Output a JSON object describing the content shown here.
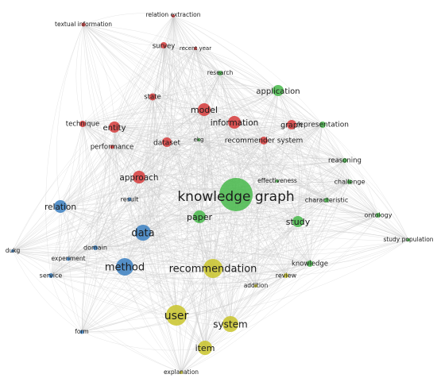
{
  "clusters": {
    "red": {
      "color": "#d63a3a"
    },
    "green": {
      "color": "#46b84a"
    },
    "blue": {
      "color": "#3a7fc1"
    },
    "yellow": {
      "color": "#c9c42a"
    }
  },
  "nodes": [
    {
      "label": "relation extraction",
      "cluster": "red"
    },
    {
      "label": "textual information",
      "cluster": "red"
    },
    {
      "label": "survey",
      "cluster": "red"
    },
    {
      "label": "recent year",
      "cluster": "red"
    },
    {
      "label": "research",
      "cluster": "green"
    },
    {
      "label": "application",
      "cluster": "green"
    },
    {
      "label": "state",
      "cluster": "red"
    },
    {
      "label": "model",
      "cluster": "red"
    },
    {
      "label": "technique",
      "cluster": "red"
    },
    {
      "label": "entity",
      "cluster": "red"
    },
    {
      "label": "information",
      "cluster": "red"
    },
    {
      "label": "graph",
      "cluster": "red"
    },
    {
      "label": "representation",
      "cluster": "green"
    },
    {
      "label": "performance",
      "cluster": "red"
    },
    {
      "label": "dataset",
      "cluster": "red"
    },
    {
      "label": "ekg",
      "cluster": "green"
    },
    {
      "label": "recommender system",
      "cluster": "red"
    },
    {
      "label": "reasoning",
      "cluster": "green"
    },
    {
      "label": "approach",
      "cluster": "red"
    },
    {
      "label": "effectiveness",
      "cluster": "green"
    },
    {
      "label": "challenge",
      "cluster": "green"
    },
    {
      "label": "knowledge graph",
      "cluster": "green"
    },
    {
      "label": "result",
      "cluster": "blue"
    },
    {
      "label": "characteristic",
      "cluster": "green"
    },
    {
      "label": "relation",
      "cluster": "blue"
    },
    {
      "label": "paper",
      "cluster": "green"
    },
    {
      "label": "ontology",
      "cluster": "green"
    },
    {
      "label": "study",
      "cluster": "green"
    },
    {
      "label": "data",
      "cluster": "blue"
    },
    {
      "label": "study population",
      "cluster": "green"
    },
    {
      "label": "dukg",
      "cluster": "blue"
    },
    {
      "label": "domain",
      "cluster": "blue"
    },
    {
      "label": "experiment",
      "cluster": "blue"
    },
    {
      "label": "knowledge",
      "cluster": "green"
    },
    {
      "label": "method",
      "cluster": "blue"
    },
    {
      "label": "recommendation",
      "cluster": "yellow"
    },
    {
      "label": "service",
      "cluster": "blue"
    },
    {
      "label": "review",
      "cluster": "yellow"
    },
    {
      "label": "addition",
      "cluster": "yellow"
    },
    {
      "label": "user",
      "cluster": "yellow"
    },
    {
      "label": "system",
      "cluster": "yellow"
    },
    {
      "label": "form",
      "cluster": "blue"
    },
    {
      "label": "item",
      "cluster": "yellow"
    },
    {
      "label": "explanation",
      "cluster": "yellow"
    }
  ]
}
